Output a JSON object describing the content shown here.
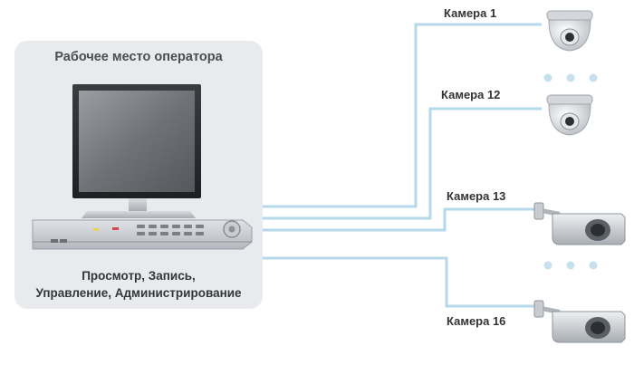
{
  "workstation": {
    "title": "Рабочее место оператора",
    "caption_line1": "Просмотр, Запись,",
    "caption_line2": "Управление, Администрирование"
  },
  "cameras": [
    {
      "label": "Камера 1",
      "type": "dome"
    },
    {
      "label": "Камера 12",
      "type": "dome"
    },
    {
      "label": "Камера 13",
      "type": "bullet"
    },
    {
      "label": "Камера 16",
      "type": "bullet"
    }
  ],
  "colors": {
    "cable": "#b5d8ea",
    "panel": "#e9eaed",
    "dots": "#c7e0ef"
  }
}
